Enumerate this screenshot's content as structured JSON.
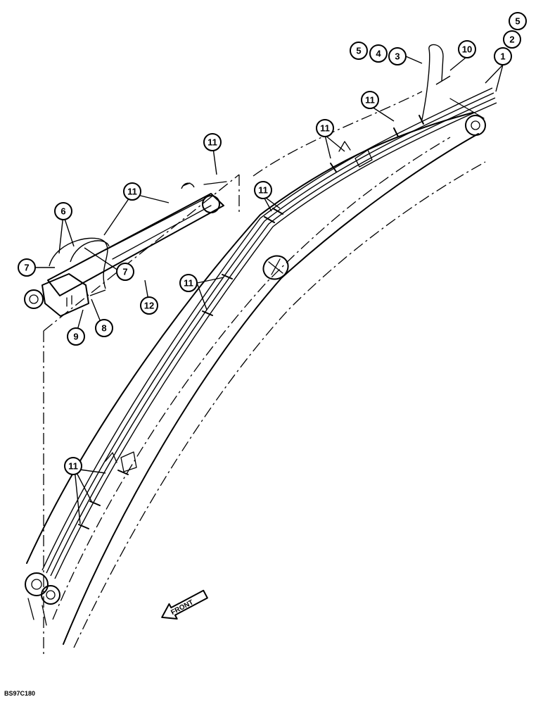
{
  "figure_code": "BS97C180",
  "direction_label": "FRONT",
  "callouts": {
    "c1": "1",
    "c2": "2",
    "c3": "3",
    "c4": "4",
    "c5a": "5",
    "c5b": "5",
    "c6": "6",
    "c7a": "7",
    "c7b": "7",
    "c8": "8",
    "c9": "9",
    "c10": "10",
    "c11": "11",
    "c12": "12"
  }
}
